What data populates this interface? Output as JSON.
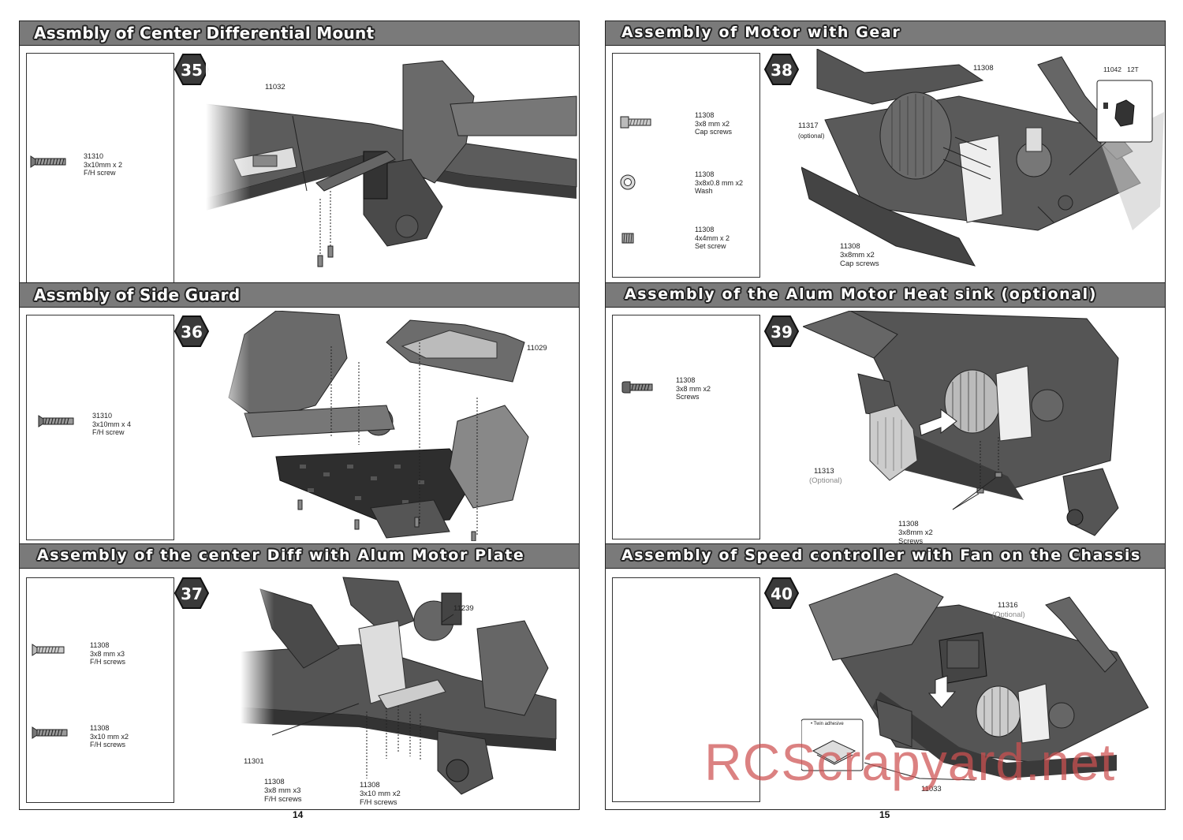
{
  "left_page": {
    "page_number": "14",
    "sections": [
      {
        "title": "Assmbly of Center Differential Mount",
        "step": "35",
        "parts": [
          {
            "label": "31310\n3x10mm x 2\nF/H screw",
            "icon": "flat-head-screw-icon"
          }
        ],
        "callouts": [
          {
            "text": "11032"
          }
        ]
      },
      {
        "title": "Assmbly of Side Guard",
        "step": "36",
        "parts": [
          {
            "label": "31310\n3x10mm x 4\nF/H screw",
            "icon": "flat-head-screw-icon"
          }
        ],
        "callouts": [
          {
            "text": "11029"
          }
        ]
      },
      {
        "title": "Assembly of the center Diff with Alum Motor Plate",
        "step": "37",
        "parts": [
          {
            "label": "11308\n3x8 mm x3\nF/H screws",
            "icon": "flat-head-screw-icon"
          },
          {
            "label": "11308\n3x10 mm x2\nF/H screws",
            "icon": "flat-head-screw-icon"
          }
        ],
        "callouts": [
          {
            "text": "11239"
          },
          {
            "text": "11301"
          },
          {
            "text": "11308\n3x8 mm x3\nF/H screws"
          },
          {
            "text": "11308\n3x10 mm x2\nF/H screws"
          }
        ]
      }
    ]
  },
  "right_page": {
    "page_number": "15",
    "sections": [
      {
        "title": "Assembly of Motor with Gear",
        "step": "38",
        "parts": [
          {
            "label": "11308\n3x8 mm x2\nCap screws",
            "icon": "cap-screw-icon"
          },
          {
            "label": "11308\n3x8x0.8 mm x2\nWash",
            "icon": "washer-icon"
          },
          {
            "label": "11308\n4x4mm x 2\nSet screw",
            "icon": "set-screw-icon"
          }
        ],
        "callouts": [
          {
            "text": "11308"
          },
          {
            "text": "11042   12T"
          },
          {
            "text": "11317"
          },
          {
            "text": "(optional)"
          },
          {
            "text": "11308\n3x8mm x2\nCap screws"
          }
        ]
      },
      {
        "title": "Assembly of the Alum Motor Heat sink (optional)",
        "step": "39",
        "parts": [
          {
            "label": "11308\n3x8 mm x2\nScrews",
            "icon": "cap-screw-icon"
          }
        ],
        "callouts": [
          {
            "text": "11313"
          },
          {
            "text": "(Optional)"
          },
          {
            "text": "11308\n3x8mm x2\nScrews"
          }
        ]
      },
      {
        "title": "Assembly of Speed controller with Fan on the Chassis",
        "step": "40",
        "parts": [],
        "callouts": [
          {
            "text": "11316"
          },
          {
            "text": "(Optional)"
          },
          {
            "text": "• Twin adhesive"
          },
          {
            "text": "11033"
          }
        ]
      }
    ]
  },
  "watermark": "RCScrapyard.net",
  "colors": {
    "title_bar": "#7a7a7a",
    "badge": "#3a3a3a",
    "watermark": "#cd5050"
  }
}
